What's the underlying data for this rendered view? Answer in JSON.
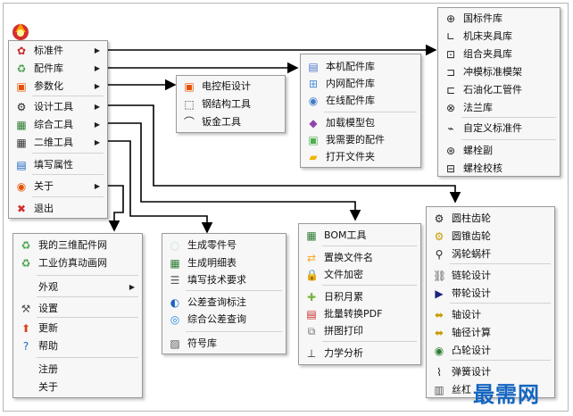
{
  "main_menu": [
    {
      "label": "标准件",
      "icon": "bolt-cluster-icon",
      "arrow": true
    },
    {
      "label": "配件库",
      "icon": "recycle-green-icon",
      "arrow": true
    },
    {
      "label": "参数化",
      "icon": "orange-square-icon",
      "arrow": true
    },
    {
      "label": "设计工具",
      "icon": "gear-icon",
      "arrow": true
    },
    {
      "label": "综合工具",
      "icon": "table-excel-icon",
      "arrow": true
    },
    {
      "label": "二维工具",
      "icon": "drawing-grid-icon",
      "arrow": true
    },
    {
      "label": "填写属性",
      "icon": "property-sheet-icon",
      "arrow": false
    },
    {
      "label": "关于",
      "icon": "info-orange-icon",
      "arrow": true
    },
    {
      "label": "退出",
      "icon": "exit-x-icon",
      "arrow": false
    }
  ],
  "standard_parts": [
    "国标件库",
    "机床夹具库",
    "组合夹具库",
    "冲模标准模架",
    "石油化工管件",
    "法兰库",
    "自定义标准件",
    "螺栓副",
    "螺栓校核"
  ],
  "parts_library": [
    "本机配件库",
    "内网配件库",
    "在线配件库",
    "加载模型包",
    "我需要的配件",
    "打开文件夹"
  ],
  "parametric": [
    "电控柜设计",
    "钢结构工具",
    "钣金工具"
  ],
  "about": [
    "我的三维配件网",
    "工业仿真动画网",
    "外观",
    "设置",
    "更新",
    "帮助",
    "注册",
    "关于"
  ],
  "tools2d": [
    "生成零件号",
    "生成明细表",
    "填写技术要求",
    "公差查询标注",
    "综合公差查询",
    "符号库"
  ],
  "general_tools": [
    "BOM工具",
    "置换文件名",
    "文件加密",
    "日积月累",
    "批量转换PDF",
    "拼图打印",
    "力学分析"
  ],
  "design_tools": [
    "圆柱齿轮",
    "圆锥齿轮",
    "涡轮蜗杆",
    "链轮设计",
    "带轮设计",
    "轴设计",
    "轴径计算",
    "凸轮设计",
    "弹簧设计",
    "丝杠"
  ],
  "watermark": "最需网",
  "colors": {
    "menu_bg": "#f7f7f7",
    "border": "#9a9a9a",
    "line": "#000000",
    "watermark": "#1565c0"
  }
}
